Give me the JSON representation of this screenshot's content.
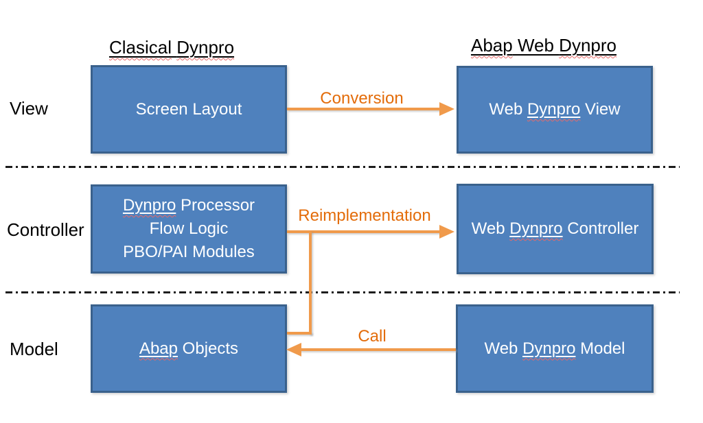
{
  "titles": {
    "left_parts": [
      "Clasical",
      " ",
      "Dynpro"
    ],
    "right_parts": [
      "Abap",
      " Web ",
      "Dynpro"
    ]
  },
  "row_labels": [
    "View",
    "Controller",
    "Model"
  ],
  "boxes": {
    "screen_layout": {
      "text": "Screen Layout"
    },
    "wd_view": {
      "parts": [
        "Web ",
        "Dynpro",
        " View"
      ]
    },
    "dynpro_processor": {
      "line1_parts": [
        "Dynpro",
        " Processor"
      ],
      "line2": "Flow Logic",
      "line3": "PBO/PAI Modules"
    },
    "wd_controller": {
      "parts": [
        "Web ",
        "Dynpro",
        " Controller"
      ]
    },
    "abap_objects": {
      "parts": [
        "Abap",
        " Objects"
      ]
    },
    "wd_model": {
      "parts": [
        "Web ",
        "Dynpro",
        " Model"
      ]
    }
  },
  "arrows": {
    "conversion": "Conversion",
    "reimplementation": "Reimplementation",
    "call": "Call"
  },
  "colors": {
    "box_fill": "#4f81bd",
    "box_border": "#3a618c",
    "arrow": "#f09a4b",
    "arrow_label": "#e36c0a",
    "squiggle": "#e86a6a",
    "divider": "#1c1c1c"
  }
}
